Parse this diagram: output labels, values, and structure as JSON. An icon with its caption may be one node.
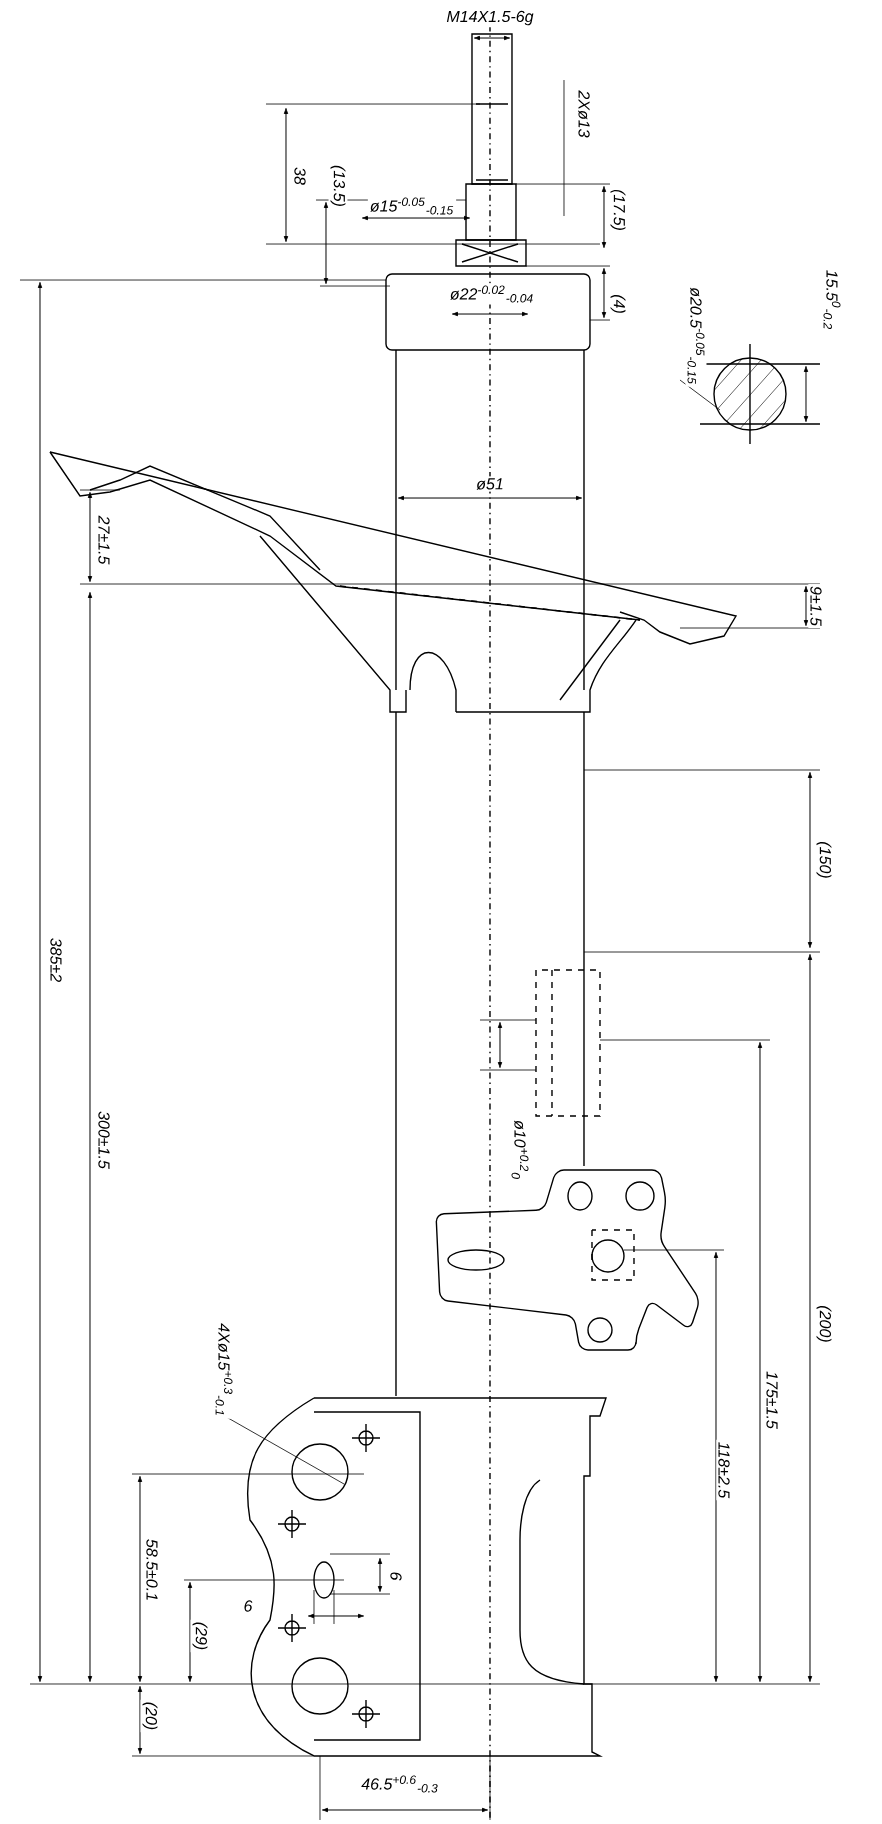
{
  "diagram": {
    "labels": [
      "M14X1.5-6g",
      "2Xø13",
      "38",
      "(13.5)",
      "ø15$^{-0.05}$$_{-0.15}$",
      "(17.5)",
      "ø22$^{-0.02}$$_{-0.04}$",
      "(4)",
      "ø20.5$^{-0.05}$$_{-0.15}$",
      "15.5$^{0}$$_{-0.2}$",
      "ø51",
      "27±1.5",
      "9±1.5",
      "(150)",
      "385±2",
      "300±1.5",
      "ø10$^{+0.2}$$_{0}$",
      "(200)",
      "175±1.5",
      "4Xø15$^{+0.3}$$_{-0.1}$",
      "118±2.5",
      "58.5±0.1",
      "6",
      "(29)",
      "6",
      "(20)",
      "46.5$^{+0.6}$$_{-0.3}$"
    ]
  }
}
